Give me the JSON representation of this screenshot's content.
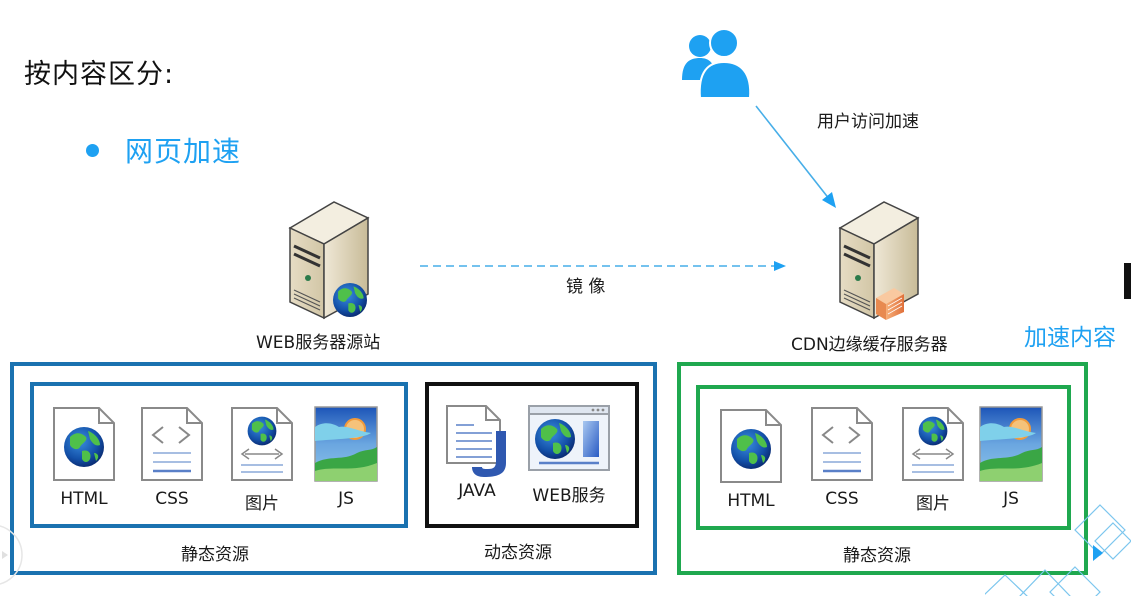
{
  "heading": "按内容区分:",
  "bullet": {
    "text": "网页加速",
    "color": "#1ea1f2"
  },
  "user_access_label": "用户访问加速",
  "mirror_label": "镜 像",
  "origin_server_label": "WEB服务器源站",
  "cdn_server_label": "CDN边缘缓存服务器",
  "accelerated_content_label": "加速内容",
  "origin_static": {
    "caption": "静态资源",
    "items": [
      {
        "label": "HTML",
        "icon": "html-file-icon"
      },
      {
        "label": "CSS",
        "icon": "css-file-icon"
      },
      {
        "label": "图片",
        "icon": "image-file-icon"
      },
      {
        "label": "JS",
        "icon": "landscape-image-icon"
      }
    ]
  },
  "origin_dynamic": {
    "caption": "动态资源",
    "items": [
      {
        "label": "JAVA",
        "icon": "java-file-icon"
      },
      {
        "label": "WEB服务",
        "icon": "web-service-icon"
      }
    ]
  },
  "cdn_static": {
    "caption": "静态资源",
    "items": [
      {
        "label": "HTML",
        "icon": "html-file-icon"
      },
      {
        "label": "CSS",
        "icon": "css-file-icon"
      },
      {
        "label": "图片",
        "icon": "image-file-icon"
      },
      {
        "label": "JS",
        "icon": "landscape-image-icon"
      }
    ]
  },
  "colors": {
    "accent_blue": "#1ea1f2",
    "origin_box": "#1a72b0",
    "dynamic_box": "#111111",
    "cdn_box": "#1fa84f"
  }
}
